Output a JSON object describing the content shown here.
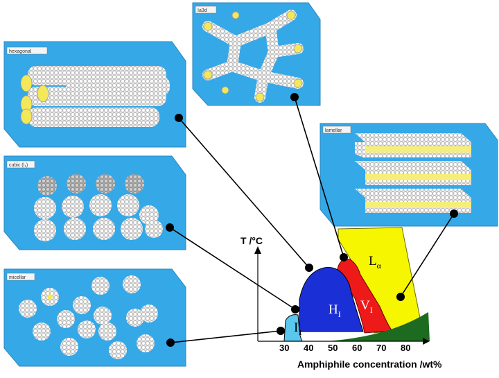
{
  "panels": {
    "hexagonal": "hexagonal",
    "cubic": "cubic (I₁)",
    "micellar": "micellar",
    "ia3d": "Ia3d",
    "lamellar": "lamellar"
  },
  "axes": {
    "y_title": "T /°C",
    "x_title": "Amphiphile concentration /wt%",
    "x_ticks": [
      "30",
      "40",
      "50",
      "60",
      "70",
      "80"
    ]
  },
  "phases": {
    "i1": {
      "main": "I",
      "sub": "1"
    },
    "h1": {
      "main": "H",
      "sub": "I"
    },
    "v1": {
      "main": "V",
      "sub": "I"
    },
    "la": {
      "main": "L",
      "sub": "α"
    }
  },
  "colors": {
    "panel_blue": "#35a8e8",
    "i1": "#59c7ee",
    "h1": "#1b2fd6",
    "v1": "#ee1a1a",
    "la": "#f6f600",
    "dark_green": "#1d6b21"
  }
}
